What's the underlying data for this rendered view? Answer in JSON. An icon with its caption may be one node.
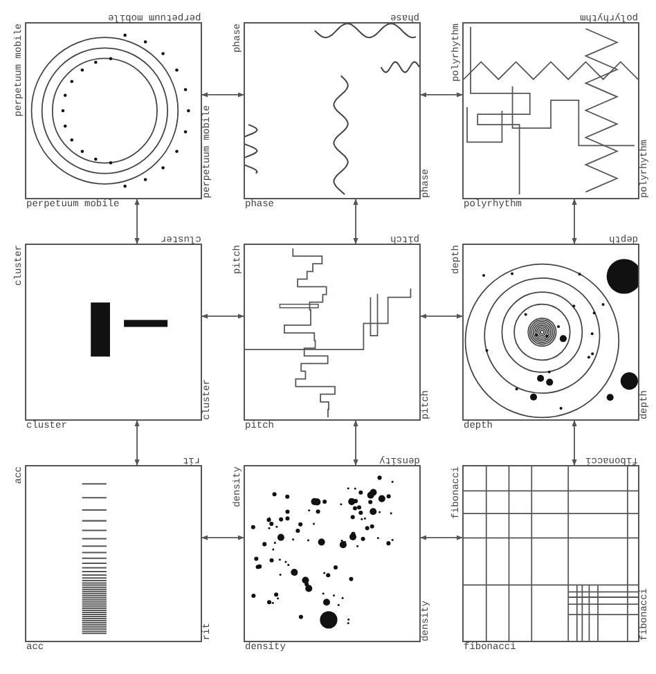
{
  "diagram": {
    "nodes": [
      {
        "text": [
          "perpetuum mobile",
          "perpetuum mobile",
          "perpetuum mobile",
          "perpetuum mobile"
        ]
      },
      {
        "text": [
          "phase",
          "phase",
          "phase",
          "phase"
        ]
      },
      {
        "text": [
          "polyrhythm",
          "polyrhythm",
          "polyrhythm",
          "polyrhythm"
        ]
      },
      {
        "text": [
          "cluster",
          "cluster",
          "cluster",
          "cluster"
        ]
      },
      {
        "text": [
          "pitch",
          "pitch",
          "pitch",
          "pitch"
        ]
      },
      {
        "text": [
          "depth",
          "depth",
          "depth",
          "depth"
        ]
      },
      {
        "text": [
          "rit",
          "acc",
          "rit",
          "acc"
        ]
      },
      {
        "text": [
          "density",
          "density",
          "density",
          "density"
        ]
      },
      {
        "text": [
          "fibonacci",
          "fibonacci",
          "fibonacci",
          "fibonacci"
        ]
      }
    ],
    "edges": [
      {
        "from": 0,
        "to": 1,
        "arrow": "both"
      },
      {
        "from": 1,
        "to": 2,
        "arrow": "both"
      },
      {
        "from": 0,
        "to": 3,
        "arrow": "both"
      },
      {
        "from": 1,
        "to": 4,
        "arrow": "both"
      },
      {
        "from": 2,
        "to": 5,
        "arrow": "both"
      },
      {
        "from": 3,
        "to": 4,
        "arrow": "both"
      },
      {
        "from": 4,
        "to": 5,
        "arrow": "both"
      },
      {
        "from": 3,
        "to": 6,
        "arrow": "both"
      },
      {
        "from": 4,
        "to": 7,
        "arrow": "both"
      },
      {
        "from": 5,
        "to": 8,
        "arrow": "both"
      },
      {
        "from": 6,
        "to": 7,
        "arrow": "both"
      },
      {
        "from": 7,
        "to": 8,
        "arrow": "both"
      }
    ]
  }
}
